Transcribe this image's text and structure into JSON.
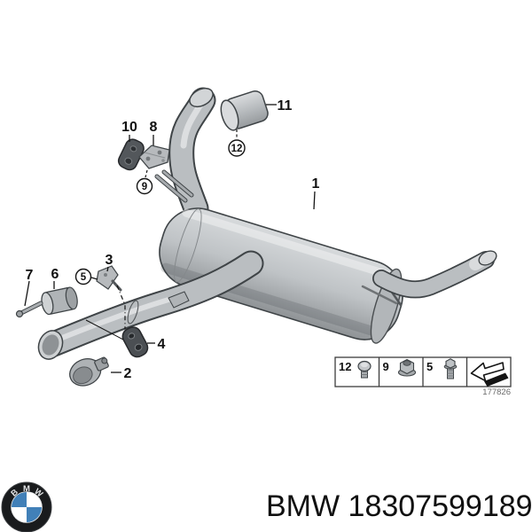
{
  "diagram": {
    "labels": [
      {
        "text": "1",
        "circled": false
      },
      {
        "text": "2",
        "circled": false
      },
      {
        "text": "3",
        "circled": false
      },
      {
        "text": "4",
        "circled": false
      },
      {
        "text": "5",
        "circled": true
      },
      {
        "text": "6",
        "circled": false
      },
      {
        "text": "7",
        "circled": false
      },
      {
        "text": "8",
        "circled": false
      },
      {
        "text": "9",
        "circled": true
      },
      {
        "text": "10",
        "circled": false
      },
      {
        "text": "11",
        "circled": false
      },
      {
        "text": "12",
        "circled": true
      }
    ],
    "legend": {
      "cells": [
        {
          "number": "12",
          "icon": "screw-icon"
        },
        {
          "number": "9",
          "icon": "flange-nut-icon"
        },
        {
          "number": "5",
          "icon": "hex-bolt-icon"
        },
        {
          "number": "",
          "icon": "direction-arrow-icon"
        }
      ],
      "figure_number": "177826"
    }
  },
  "footer": {
    "brand": "BMW",
    "part_number": "18307599189",
    "logo_letters": {
      "b": "B",
      "m": "M",
      "w": "W"
    }
  },
  "colors": {
    "part_fill": "#b9bdc0",
    "part_dark": "#4b4f53",
    "outline": "#3f4447",
    "bmw_blue": "#4180b8",
    "bmw_ring": "#191b1d"
  }
}
